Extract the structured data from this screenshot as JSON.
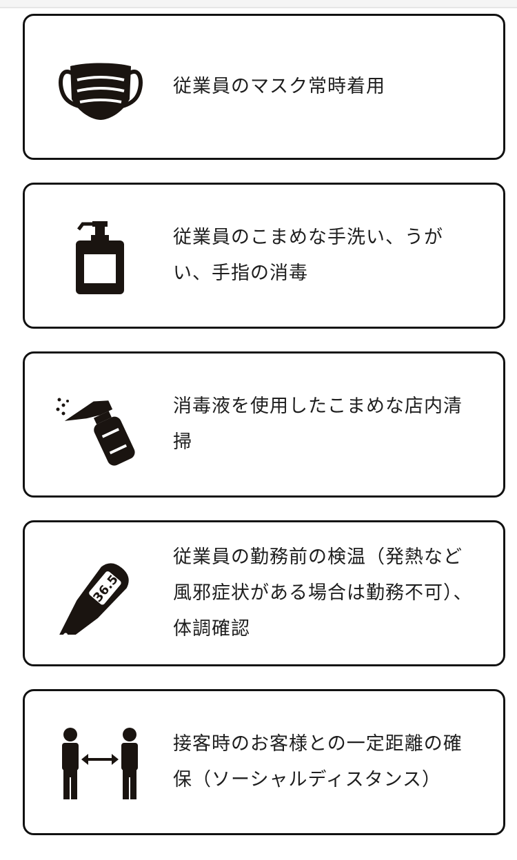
{
  "items": [
    {
      "icon": "face-mask-icon",
      "text": "従業員のマスク常時着用"
    },
    {
      "icon": "pump-bottle-icon",
      "text": "従業員のこまめな手洗い、うがい、手指の消毒"
    },
    {
      "icon": "spray-bottle-icon",
      "text": "消毒液を使用したこまめな店内清掃"
    },
    {
      "icon": "thermometer-icon",
      "text": "従業員の勤務前の検温（発熱など風邪症状がある場合は勤務不可）、体調確認",
      "reading": "36.5"
    },
    {
      "icon": "social-distance-icon",
      "text": "接客時のお客様との一定距離の確保（ソーシャルディスタンス）"
    }
  ],
  "colors": {
    "icon": "#1a1410",
    "border": "#111111",
    "text": "#1e1e1e"
  }
}
